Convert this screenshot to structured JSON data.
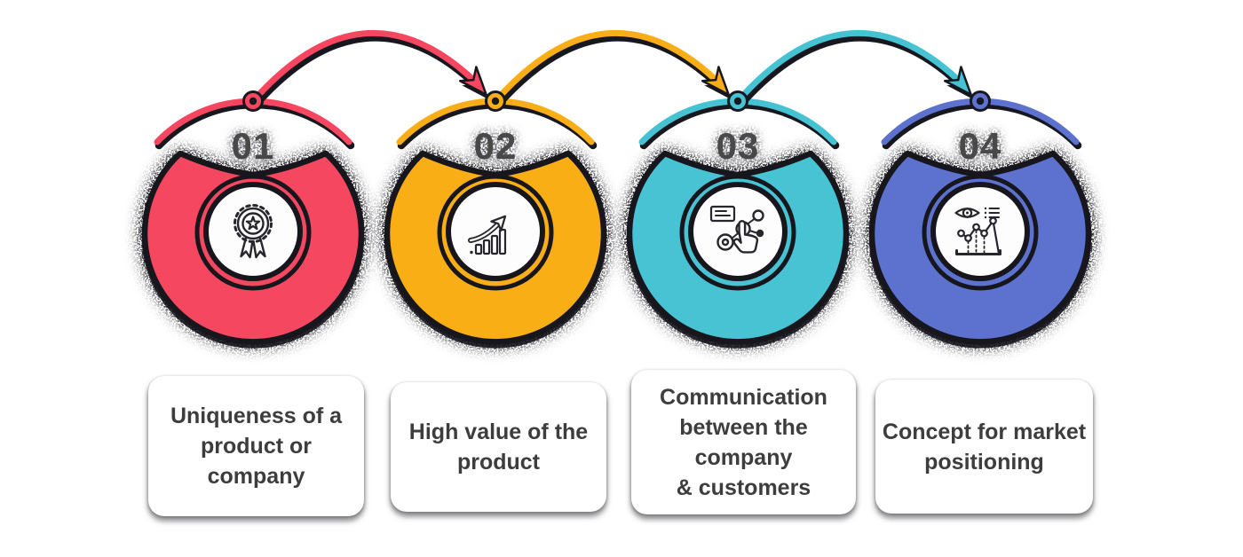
{
  "steps": [
    {
      "number": "01",
      "color": "#F64660",
      "icon": "award-ribbon-icon",
      "card_lines": [
        "Uniqueness of a",
        "product or",
        "company"
      ],
      "card_text": "Uniqueness of a product or company"
    },
    {
      "number": "02",
      "color": "#F9AE17",
      "icon": "growth-arrow-chart-icon",
      "card_lines": [
        "High value of the",
        "product"
      ],
      "card_text": "High value of the product"
    },
    {
      "number": "03",
      "color": "#46C3D3",
      "icon": "customer-interaction-icon",
      "card_lines": [
        "Communication",
        "between the",
        "company",
        "& customers"
      ],
      "card_text": "Communication between the company & customers"
    },
    {
      "number": "04",
      "color": "#5C72CE",
      "icon": "market-analysis-chart-icon",
      "card_lines": [
        "Concept for market",
        "positioning"
      ],
      "card_text": "Concept for market positioning"
    }
  ],
  "colors": {
    "outline": "#17171f",
    "number": "#494949",
    "card_text": "#3d3d3d",
    "card_bg": "#ffffff",
    "icon_line": "#26262c",
    "inner_circle": "#fdfdfe"
  }
}
